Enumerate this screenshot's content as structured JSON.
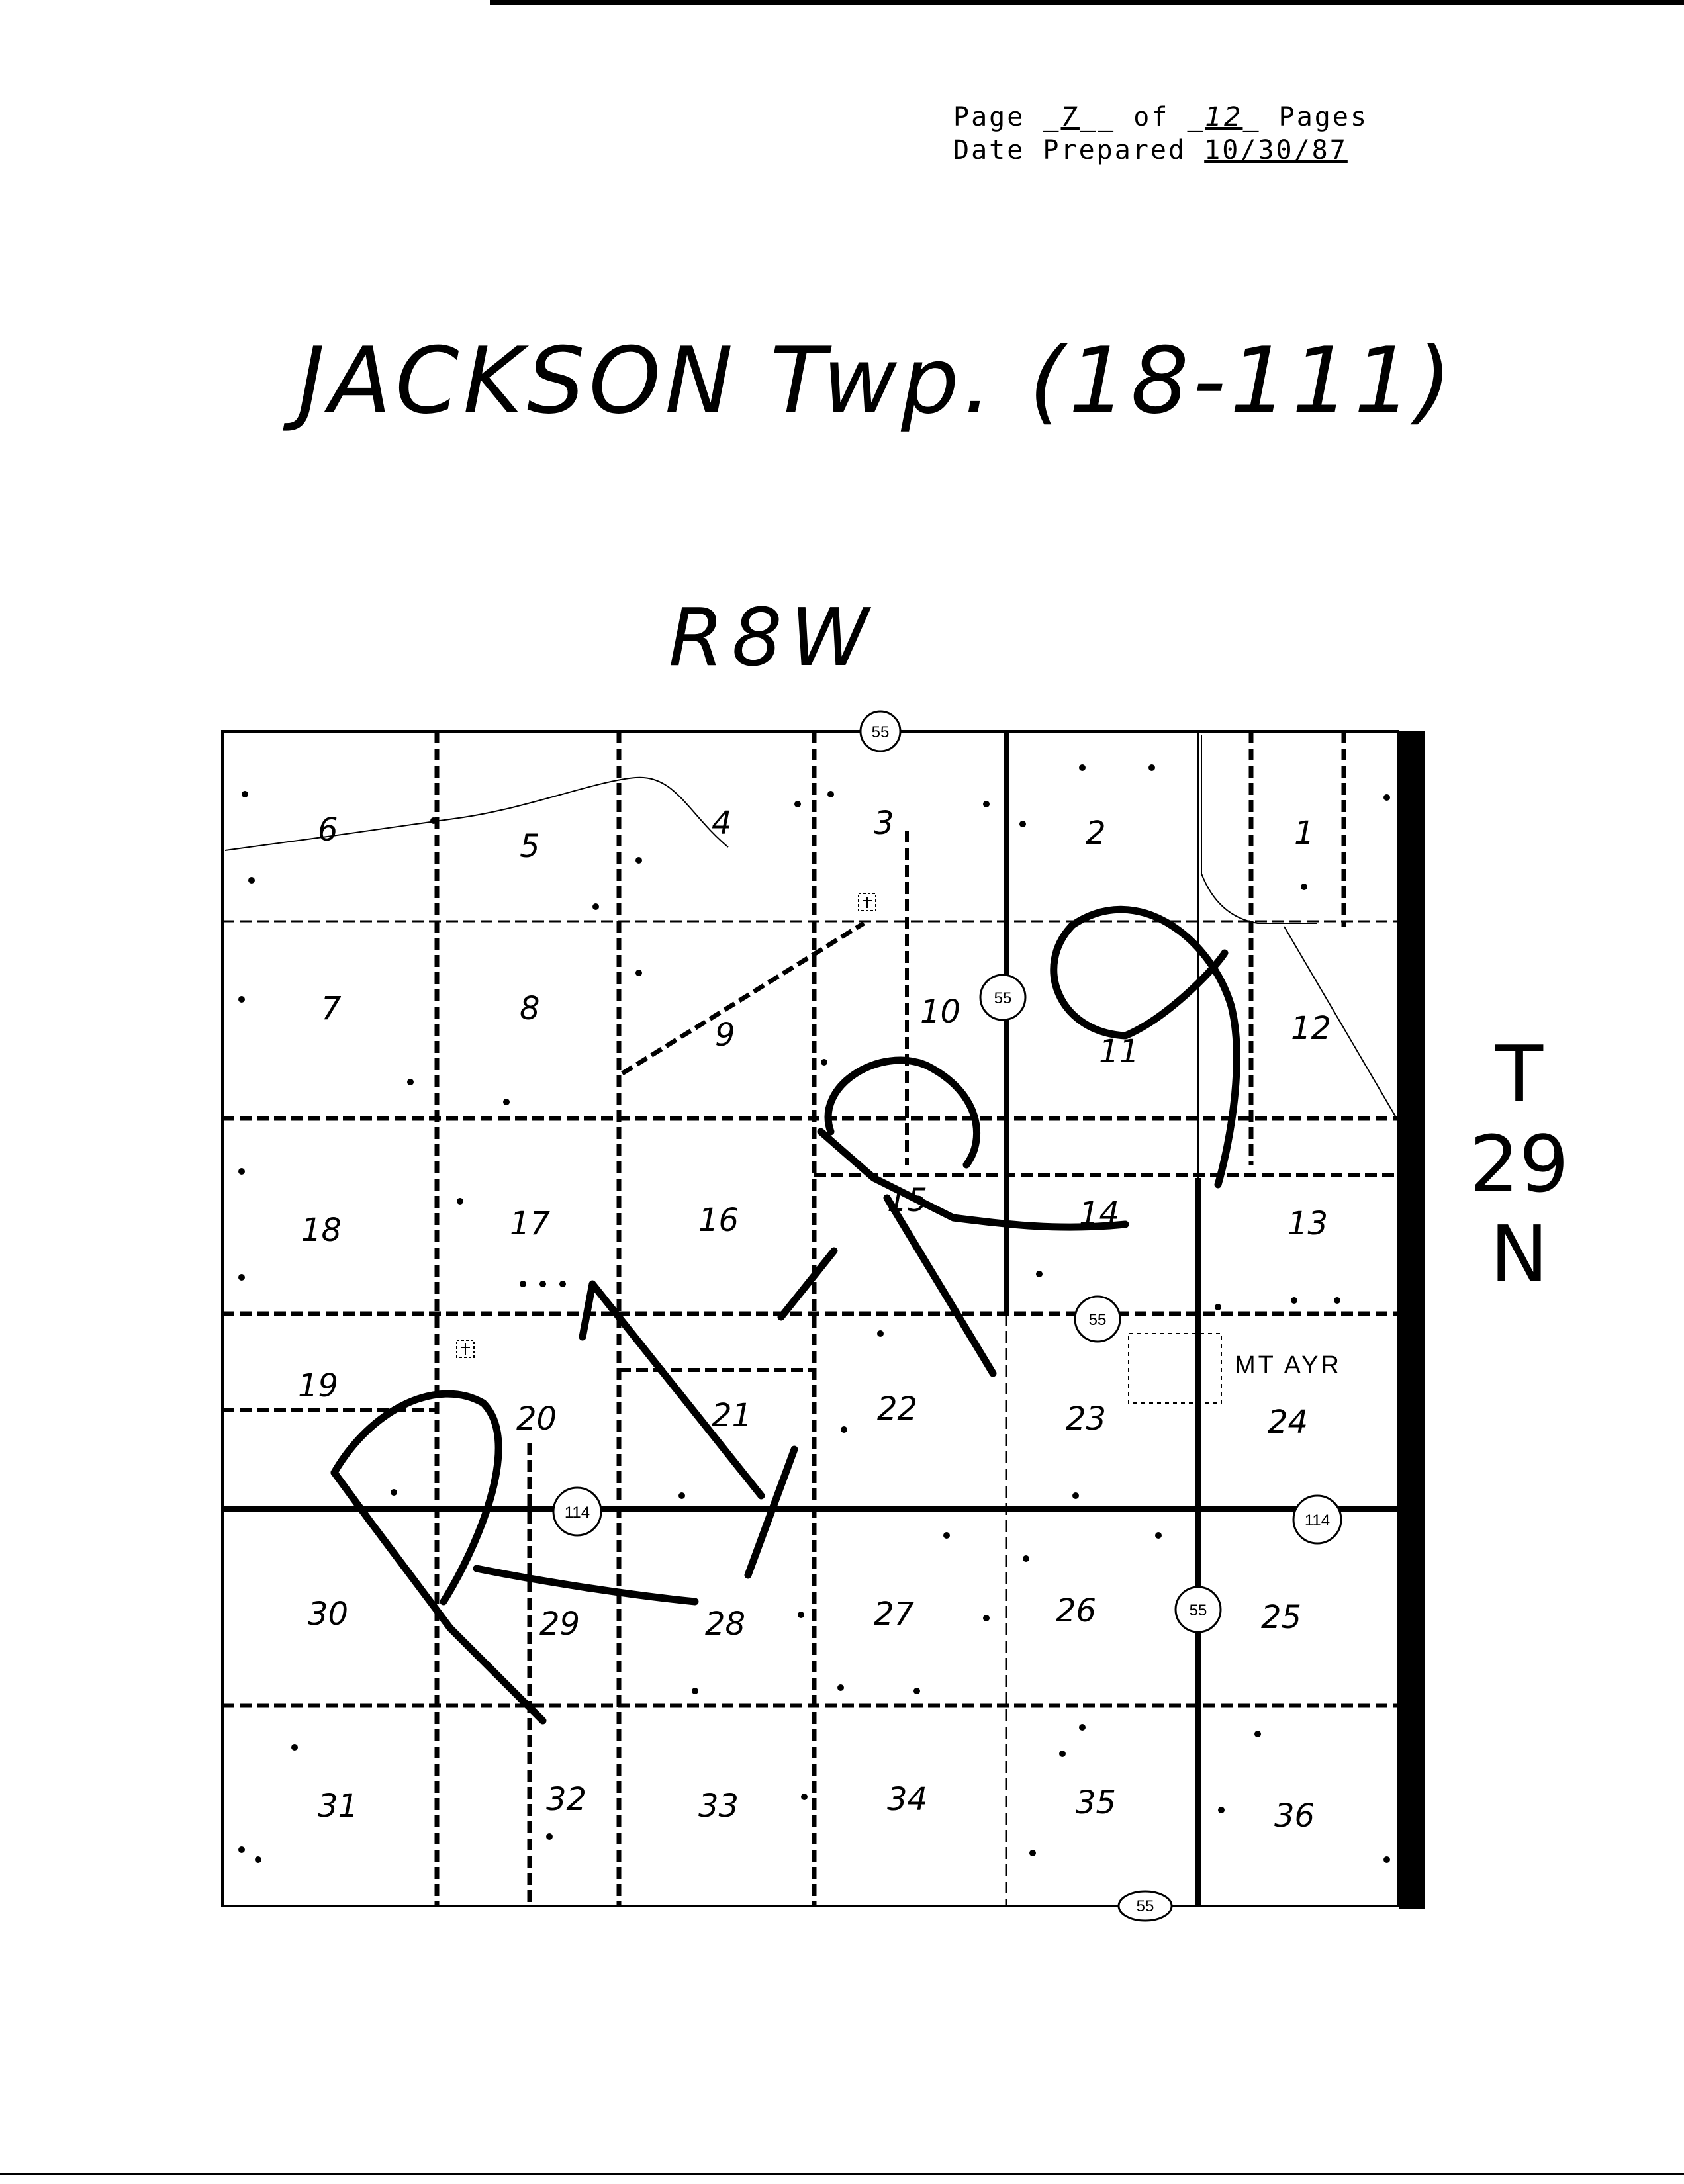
{
  "header": {
    "page_label": "Page",
    "page_number": "7",
    "of_label": "of",
    "total_pages": "12",
    "pages_label": "Pages",
    "date_label": "Date Prepared",
    "date_value": "10/30/87"
  },
  "title": "JACKSON Twp. (18-111)",
  "range_label": "R8W",
  "township_label": [
    "T",
    "29",
    "N"
  ],
  "map": {
    "sections": [
      "1",
      "2",
      "3",
      "4",
      "5",
      "6",
      "7",
      "8",
      "9",
      "10",
      "11",
      "12",
      "13",
      "14",
      "15",
      "16",
      "17",
      "18",
      "19",
      "20",
      "21",
      "22",
      "23",
      "24",
      "25",
      "26",
      "27",
      "28",
      "29",
      "30",
      "31",
      "32",
      "33",
      "34",
      "35",
      "36"
    ],
    "highway_shields": [
      "55",
      "55",
      "55",
      "55",
      "114",
      "114"
    ],
    "place_name": "MT AYR",
    "annotation": "handwritten PR marks over sections 9-22 and 19-32",
    "colors": {
      "ink": "#000000",
      "paper": "#ffffff"
    }
  }
}
